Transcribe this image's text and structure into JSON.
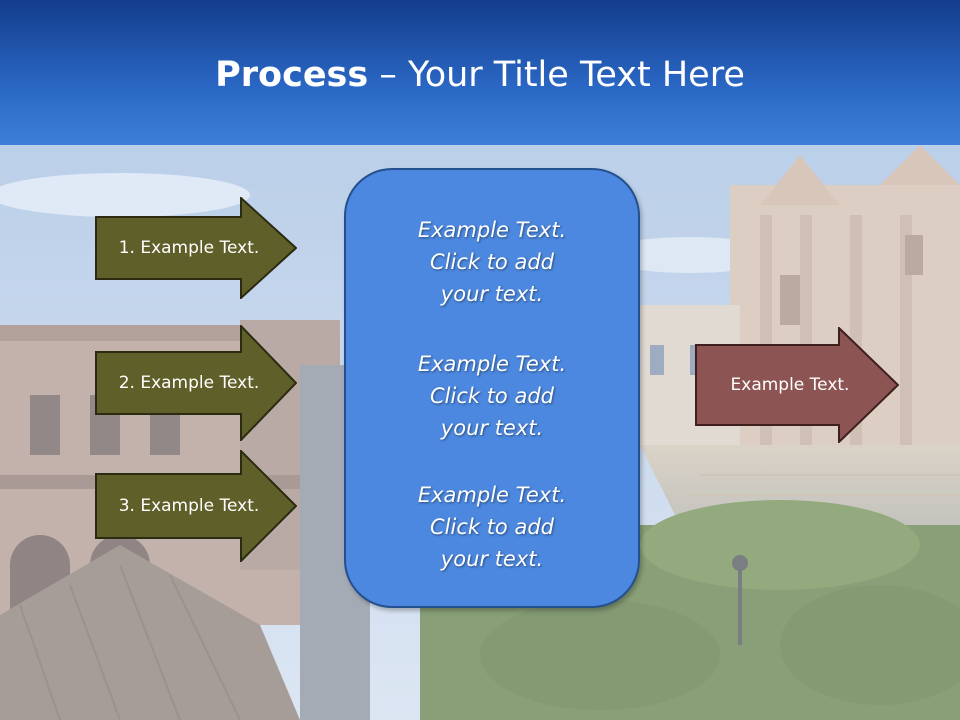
{
  "slide": {
    "title_bold": "Process",
    "title_rest": " – Your Title Text Here"
  },
  "left_arrows": [
    {
      "label": "1. Example Text."
    },
    {
      "label": "2. Example Text."
    },
    {
      "label": "3. Example Text."
    }
  ],
  "center_box": {
    "items": [
      {
        "text": "Example Text.\nClick  to add\nyour text."
      },
      {
        "text": "Example Text.\nClick  to add\nyour text."
      },
      {
        "text": "Example Text.\nClick  to add\nyour text."
      }
    ]
  },
  "right_arrow": {
    "label": "Example Text."
  },
  "colors": {
    "header": "#2a67c4",
    "left_arrow_fill": "#5f5f2a",
    "right_arrow_fill": "#8c5553",
    "center_box_fill": "#4c88df"
  }
}
